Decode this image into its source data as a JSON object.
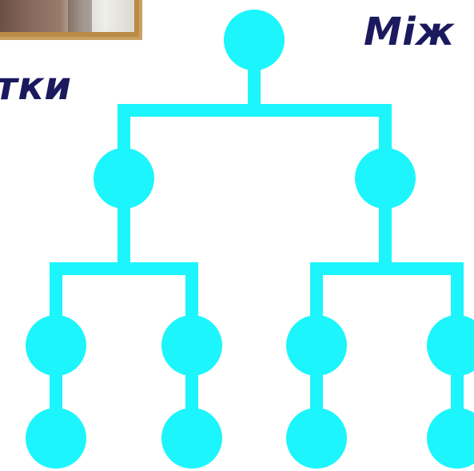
{
  "texts": {
    "left_fragment": "тки",
    "right_fragment": "Мiж"
  },
  "colors": {
    "tree": "#1cf5fc",
    "heading": "#1b1a5e",
    "frame": "#b98b45"
  },
  "tree": {
    "levels": 4,
    "node_count": 11,
    "edges": [
      [
        "root",
        "mid-left"
      ],
      [
        "root",
        "mid-right"
      ],
      [
        "mid-left",
        "leaf-1"
      ],
      [
        "mid-left",
        "leaf-2"
      ],
      [
        "mid-right",
        "leaf-3"
      ],
      [
        "mid-right",
        "leaf-4"
      ],
      [
        "leaf-1",
        "bottom-1"
      ],
      [
        "leaf-2",
        "bottom-2"
      ],
      [
        "leaf-3",
        "bottom-3"
      ],
      [
        "leaf-4",
        "bottom-4"
      ]
    ]
  }
}
